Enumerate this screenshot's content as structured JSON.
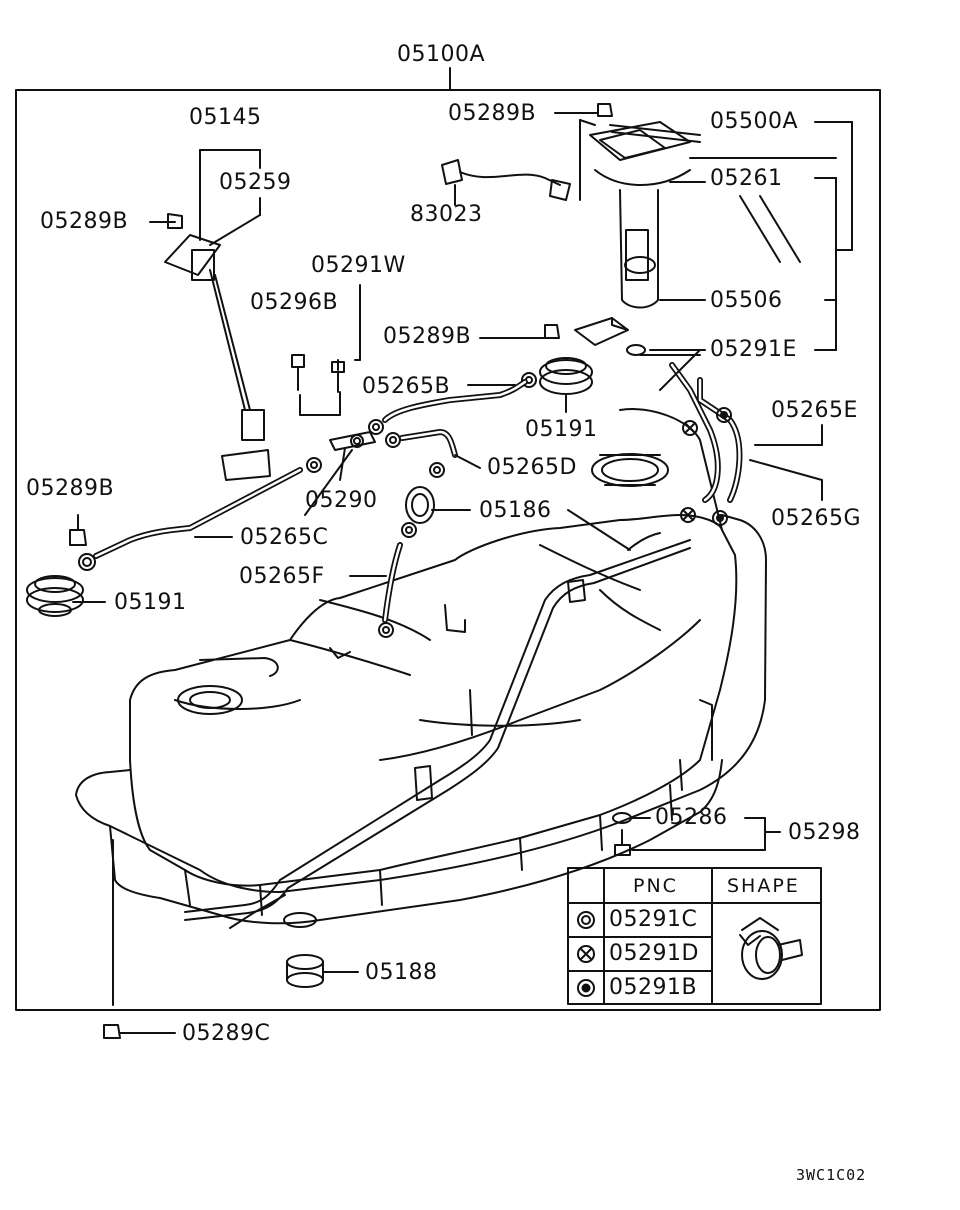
{
  "diagram": {
    "assembly_label": "05100A",
    "drawing_code": "3WC1C02",
    "part_labels": [
      "05145",
      "05259",
      "05289B",
      "05289B",
      "05289B",
      "05289B",
      "05291W",
      "05296B",
      "05265B",
      "05191",
      "05191",
      "05290",
      "05265C",
      "05265D",
      "05265F",
      "05186",
      "05500A",
      "05261",
      "05506",
      "05291E",
      "05265E",
      "05265G",
      "83023",
      "05286",
      "05298",
      "05188",
      "05289C"
    ]
  },
  "legend": {
    "header_pnc": "PNC",
    "header_shape": "SHAPE",
    "rows": [
      {
        "symbol": "double-circle",
        "pnc": "05291C"
      },
      {
        "symbol": "circle-x",
        "pnc": "05291D"
      },
      {
        "symbol": "circle-dot",
        "pnc": "05291B"
      }
    ]
  }
}
